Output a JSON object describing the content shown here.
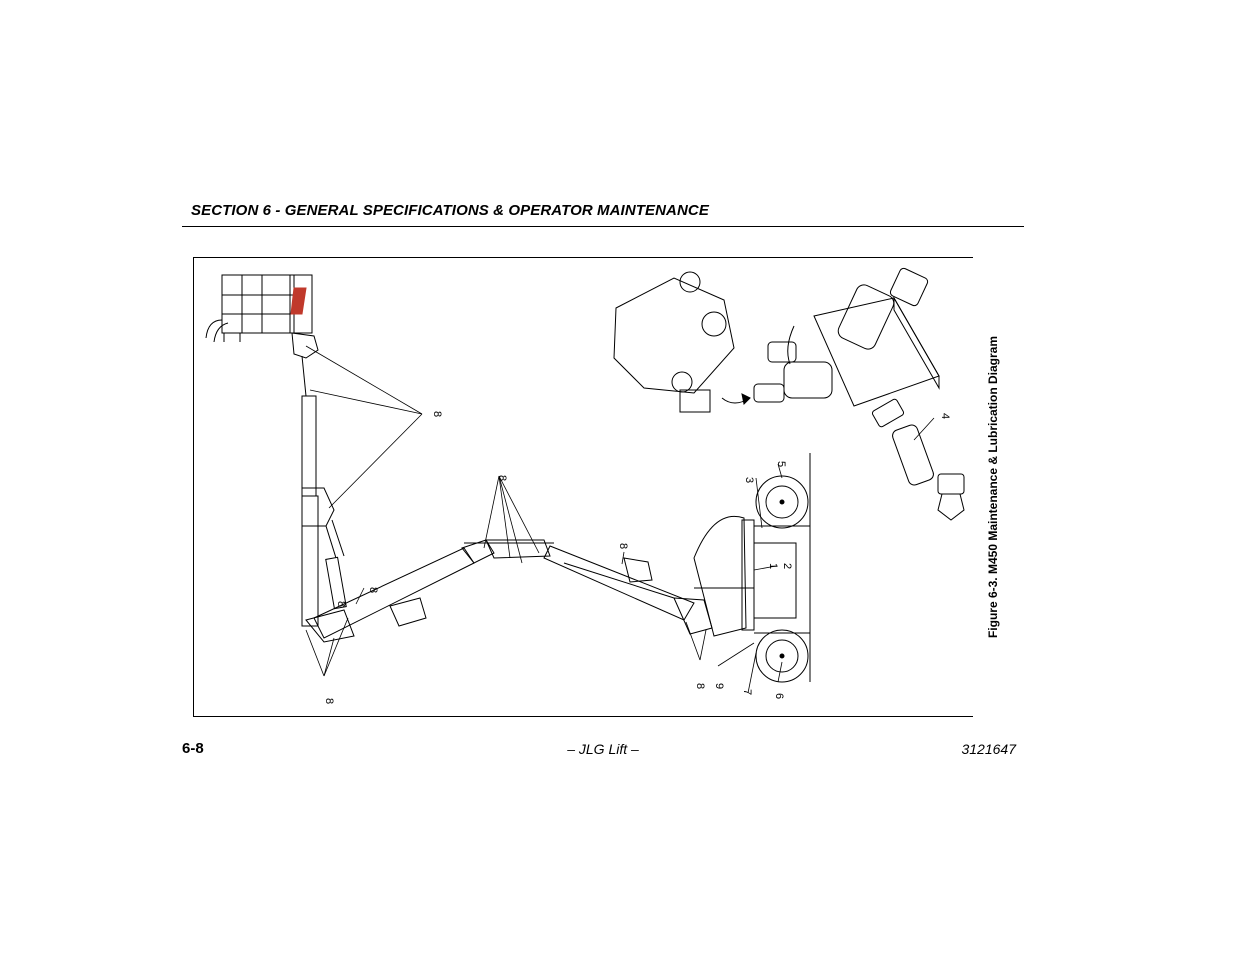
{
  "header": {
    "section_title": "SECTION 6 - GENERAL SPECIFICATIONS & OPERATOR MAINTENANCE"
  },
  "figure": {
    "caption": "Figure 6-3. M450 Maintenance & Lubrication Diagram",
    "callouts": [
      "8",
      "8",
      "8",
      "8",
      "8",
      "8",
      "8",
      "1",
      "2",
      "3",
      "4",
      "5",
      "6",
      "7",
      "9"
    ],
    "line_color": "#000000",
    "accent_color": "#c0392b"
  },
  "footer": {
    "page_number": "6-8",
    "publisher": "– JLG Lift –",
    "document_number": "3121647"
  }
}
